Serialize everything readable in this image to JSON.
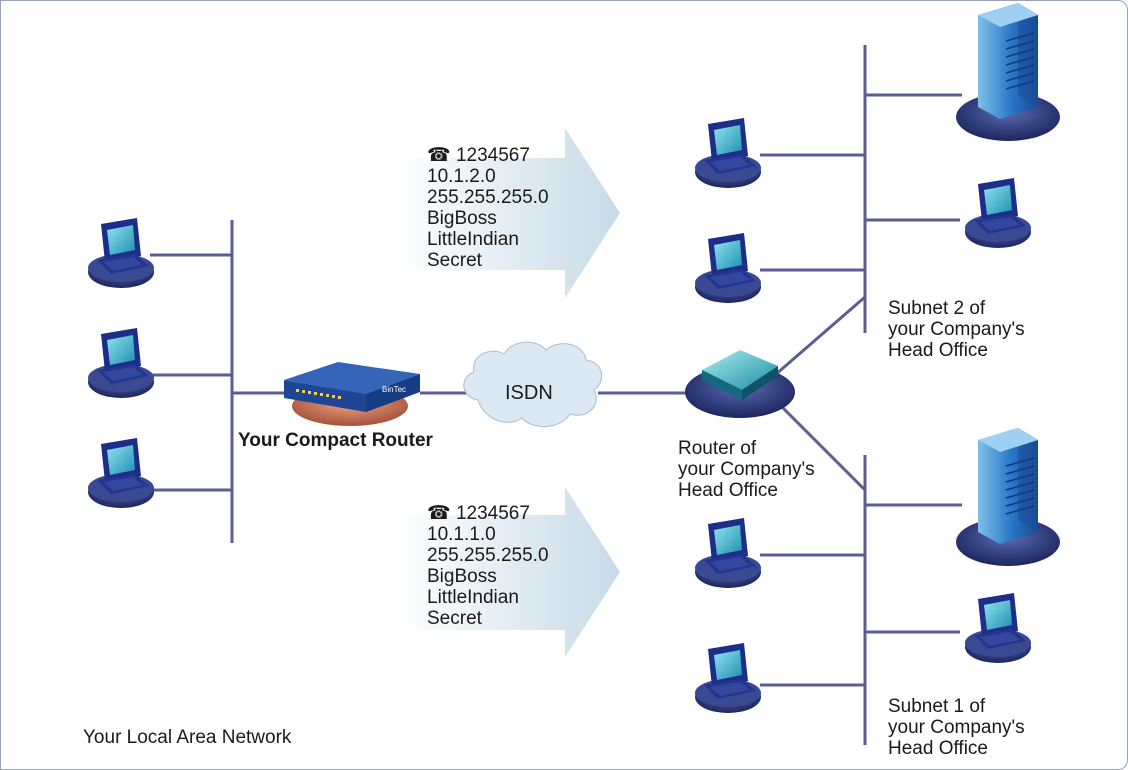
{
  "labels": {
    "compact_router": "Your Compact Router",
    "lan": "Your Local Area Network",
    "isdn": "ISDN",
    "router_head_office": [
      "Router of",
      "your Company's",
      "Head Office"
    ],
    "subnet2": [
      "Subnet 2 of",
      "your Company's",
      "Head Office"
    ],
    "subnet1": [
      "Subnet 1 of",
      "your Company's",
      "Head Office"
    ]
  },
  "connections": [
    {
      "phone_icon": "☎",
      "lines": [
        "1234567",
        "10.1.2.0",
        "255.255.255.0",
        "BigBoss",
        "LittleIndian",
        "Secret"
      ]
    },
    {
      "phone_icon": "☎",
      "lines": [
        "1234567",
        "10.1.1.0",
        "255.255.255.0",
        "BigBoss",
        "LittleIndian",
        "Secret"
      ]
    }
  ],
  "router_brand": "BinTec",
  "colors": {
    "line": "#5a5e92",
    "pc_body": "#1c2d8a",
    "pc_screen": "#2fb3c9",
    "base": "#33427a",
    "server": "#1f6fc0",
    "router": "#2a5aa8",
    "router_base": "#c87a62",
    "arrow": "#d8e6ee",
    "cloud": "#dbe9f4"
  }
}
